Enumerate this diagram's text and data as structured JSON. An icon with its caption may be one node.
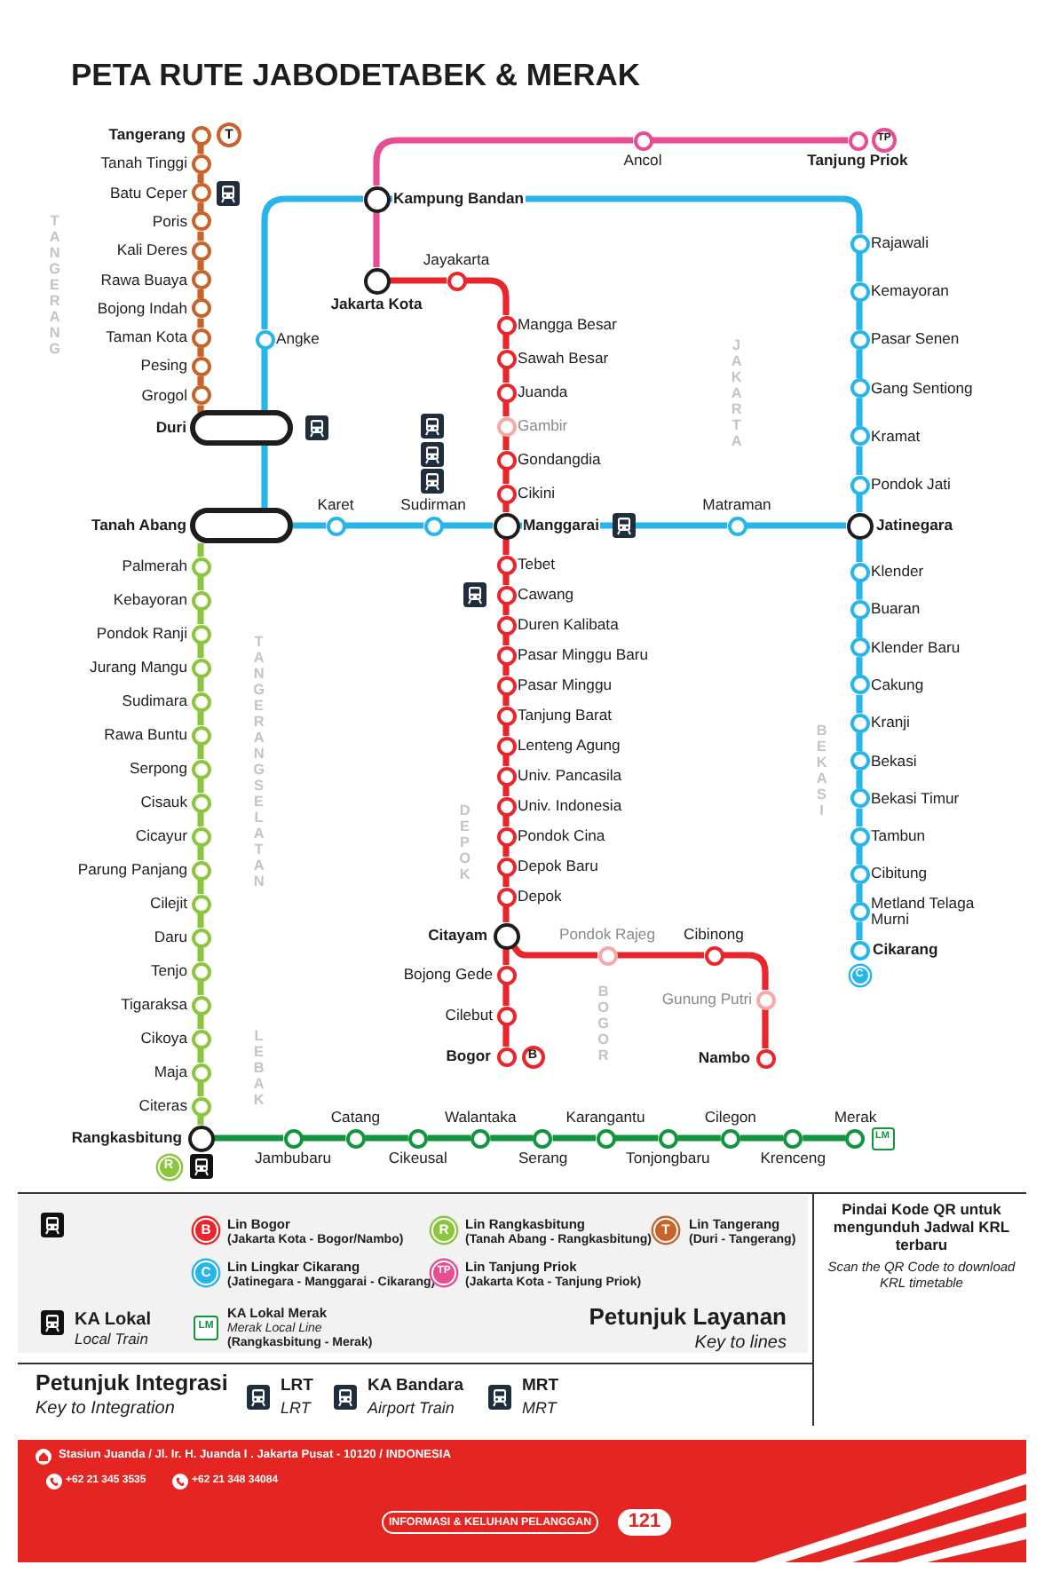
{
  "diagram": {
    "title": "PETA RUTE JABODETABEK & MERAK",
    "nodes": [
      {
        "text": [
          "Tangerang"
        ]
      },
      {
        "text": [
          "Tanah Tinggi"
        ]
      },
      {
        "text": [
          "Batu Ceper"
        ]
      },
      {
        "text": [
          "Poris"
        ]
      },
      {
        "text": [
          "Kali Deres"
        ]
      },
      {
        "text": [
          "Rawa Buaya"
        ]
      },
      {
        "text": [
          "Bojong Indah"
        ]
      },
      {
        "text": [
          "Taman Kota"
        ]
      },
      {
        "text": [
          "Pesing"
        ]
      },
      {
        "text": [
          "Grogol"
        ]
      },
      {
        "text": [
          "Duri"
        ]
      },
      {
        "text": [
          "Tanah Abang"
        ]
      },
      {
        "text": [
          "Kampung Bandan"
        ]
      },
      {
        "text": [
          "Ancol"
        ]
      },
      {
        "text": [
          "Tanjung Priok"
        ]
      },
      {
        "text": [
          "Jakarta Kota"
        ]
      },
      {
        "text": [
          "Jayakarta"
        ]
      },
      {
        "text": [
          "Angke"
        ]
      },
      {
        "text": [
          "Karet"
        ]
      },
      {
        "text": [
          "Sudirman"
        ]
      },
      {
        "text": [
          "Mangga Besar"
        ]
      },
      {
        "text": [
          "Sawah Besar"
        ]
      },
      {
        "text": [
          "Juanda"
        ]
      },
      {
        "text": [
          "Gambir"
        ]
      },
      {
        "text": [
          "Gondangdia"
        ]
      },
      {
        "text": [
          "Cikini"
        ]
      },
      {
        "text": [
          "Manggarai"
        ]
      },
      {
        "text": [
          "Matraman"
        ]
      },
      {
        "text": [
          "Jatinegara"
        ]
      },
      {
        "text": [
          "Rajawali"
        ]
      },
      {
        "text": [
          "Kemayoran"
        ]
      },
      {
        "text": [
          "Pasar Senen"
        ]
      },
      {
        "text": [
          "Gang Sentiong"
        ]
      },
      {
        "text": [
          "Kramat"
        ]
      },
      {
        "text": [
          "Pondok Jati"
        ]
      },
      {
        "text": [
          "Tebet"
        ]
      },
      {
        "text": [
          "Cawang"
        ]
      },
      {
        "text": [
          "Duren Kalibata"
        ]
      },
      {
        "text": [
          "Pasar Minggu Baru"
        ]
      },
      {
        "text": [
          "Pasar Minggu"
        ]
      },
      {
        "text": [
          "Tanjung Barat"
        ]
      },
      {
        "text": [
          "Lenteng Agung"
        ]
      },
      {
        "text": [
          "Univ. Pancasila"
        ]
      },
      {
        "text": [
          "Univ. Indonesia"
        ]
      },
      {
        "text": [
          "Pondok Cina"
        ]
      },
      {
        "text": [
          "Depok Baru"
        ]
      },
      {
        "text": [
          "Depok"
        ]
      },
      {
        "text": [
          "Klender"
        ]
      },
      {
        "text": [
          "Buaran"
        ]
      },
      {
        "text": [
          "Klender Baru"
        ]
      },
      {
        "text": [
          "Cakung"
        ]
      },
      {
        "text": [
          "Kranji"
        ]
      },
      {
        "text": [
          "Bekasi"
        ]
      },
      {
        "text": [
          "Bekasi Timur"
        ]
      },
      {
        "text": [
          "Tambun"
        ]
      },
      {
        "text": [
          "Cibitung"
        ]
      },
      {
        "text": [
          "Metland Telaga Murni"
        ]
      },
      {
        "text": [
          "Cikarang"
        ]
      },
      {
        "text": [
          "Palmerah"
        ]
      },
      {
        "text": [
          "Kebayoran"
        ]
      },
      {
        "text": [
          "Pondok Ranji"
        ]
      },
      {
        "text": [
          "Jurang Mangu"
        ]
      },
      {
        "text": [
          "Sudimara"
        ]
      },
      {
        "text": [
          "Rawa Buntu"
        ]
      },
      {
        "text": [
          "Serpong"
        ]
      },
      {
        "text": [
          "Cisauk"
        ]
      },
      {
        "text": [
          "Cicayur"
        ]
      },
      {
        "text": [
          "Parung Panjang"
        ]
      },
      {
        "text": [
          "Cilejit"
        ]
      },
      {
        "text": [
          "Daru"
        ]
      },
      {
        "text": [
          "Tenjo"
        ]
      },
      {
        "text": [
          "Tigaraksa"
        ]
      },
      {
        "text": [
          "Cikoya"
        ]
      },
      {
        "text": [
          "Maja"
        ]
      },
      {
        "text": [
          "Citeras"
        ]
      },
      {
        "text": [
          "Citayam"
        ]
      },
      {
        "text": [
          "Pondok Rajeg"
        ]
      },
      {
        "text": [
          "Cibinong"
        ]
      },
      {
        "text": [
          "Bojong Gede"
        ]
      },
      {
        "text": [
          "Gunung Putri"
        ]
      },
      {
        "text": [
          "Cilebut"
        ]
      },
      {
        "text": [
          "Bogor"
        ]
      },
      {
        "text": [
          "Nambo"
        ]
      },
      {
        "text": [
          "Rangkasbitung"
        ]
      },
      {
        "text": [
          "Jambubaru"
        ]
      },
      {
        "text": [
          "Catang"
        ]
      },
      {
        "text": [
          "Cikeusal"
        ]
      },
      {
        "text": [
          "Walantaka"
        ]
      },
      {
        "text": [
          "Serang"
        ]
      },
      {
        "text": [
          "Karangantu"
        ]
      },
      {
        "text": [
          "Tonjongbaru"
        ]
      },
      {
        "text": [
          "Cilegon"
        ]
      },
      {
        "text": [
          "Krenceng"
        ]
      },
      {
        "text": [
          "Merak"
        ]
      }
    ],
    "edges": [
      {
        "from": 0,
        "to": 1,
        "arrow": "none",
        "color": "#c8642a"
      },
      {
        "from": 1,
        "to": 2,
        "arrow": "none",
        "color": "#c8642a"
      },
      {
        "from": 2,
        "to": 3,
        "arrow": "none",
        "color": "#c8642a"
      },
      {
        "from": 3,
        "to": 4,
        "arrow": "none",
        "color": "#c8642a"
      },
      {
        "from": 4,
        "to": 5,
        "arrow": "none",
        "color": "#c8642a"
      },
      {
        "from": 5,
        "to": 6,
        "arrow": "none",
        "color": "#c8642a"
      },
      {
        "from": 6,
        "to": 7,
        "arrow": "none",
        "color": "#c8642a"
      },
      {
        "from": 7,
        "to": 8,
        "arrow": "none",
        "color": "#c8642a"
      },
      {
        "from": 8,
        "to": 9,
        "arrow": "none",
        "color": "#c8642a"
      },
      {
        "from": 9,
        "to": 10,
        "arrow": "none",
        "color": "#c8642a"
      },
      {
        "from": 12,
        "to": 17,
        "arrow": "none",
        "color": "#27b5ea"
      },
      {
        "from": 17,
        "to": 10,
        "arrow": "none",
        "color": "#27b5ea"
      },
      {
        "from": 10,
        "to": 11,
        "arrow": "none",
        "color": "#27b5ea"
      },
      {
        "from": 11,
        "to": 18,
        "arrow": "none",
        "color": "#27b5ea"
      },
      {
        "from": 18,
        "to": 19,
        "arrow": "none",
        "color": "#27b5ea"
      },
      {
        "from": 19,
        "to": 26,
        "arrow": "none",
        "color": "#27b5ea"
      },
      {
        "from": 26,
        "to": 27,
        "arrow": "none",
        "color": "#27b5ea"
      },
      {
        "from": 27,
        "to": 28,
        "arrow": "none",
        "color": "#27b5ea"
      },
      {
        "from": 12,
        "to": 29,
        "arrow": "none",
        "color": "#27b5ea"
      },
      {
        "from": 29,
        "to": 30,
        "arrow": "none",
        "color": "#27b5ea"
      },
      {
        "from": 30,
        "to": 31,
        "arrow": "none",
        "color": "#27b5ea"
      },
      {
        "from": 31,
        "to": 32,
        "arrow": "none",
        "color": "#27b5ea"
      },
      {
        "from": 32,
        "to": 33,
        "arrow": "none",
        "color": "#27b5ea"
      },
      {
        "from": 33,
        "to": 34,
        "arrow": "none",
        "color": "#27b5ea"
      },
      {
        "from": 34,
        "to": 28,
        "arrow": "none",
        "color": "#27b5ea"
      },
      {
        "from": 28,
        "to": 47,
        "arrow": "none",
        "color": "#27b5ea"
      },
      {
        "from": 47,
        "to": 48,
        "arrow": "none",
        "color": "#27b5ea"
      },
      {
        "from": 48,
        "to": 49,
        "arrow": "none",
        "color": "#27b5ea"
      },
      {
        "from": 49,
        "to": 50,
        "arrow": "none",
        "color": "#27b5ea"
      },
      {
        "from": 50,
        "to": 51,
        "arrow": "none",
        "color": "#27b5ea"
      },
      {
        "from": 51,
        "to": 52,
        "arrow": "none",
        "color": "#27b5ea"
      },
      {
        "from": 52,
        "to": 53,
        "arrow": "none",
        "color": "#27b5ea"
      },
      {
        "from": 53,
        "to": 54,
        "arrow": "none",
        "color": "#27b5ea"
      },
      {
        "from": 54,
        "to": 55,
        "arrow": "none",
        "color": "#27b5ea"
      },
      {
        "from": 55,
        "to": 56,
        "arrow": "none",
        "color": "#27b5ea"
      },
      {
        "from": 56,
        "to": 57,
        "arrow": "none",
        "color": "#27b5ea"
      },
      {
        "from": 15,
        "to": 12,
        "arrow": "none",
        "color": "#e84c93"
      },
      {
        "from": 12,
        "to": 13,
        "arrow": "none",
        "color": "#e84c93"
      },
      {
        "from": 13,
        "to": 14,
        "arrow": "none",
        "color": "#e84c93"
      },
      {
        "from": 15,
        "to": 16,
        "arrow": "none",
        "color": "#e8262b"
      },
      {
        "from": 16,
        "to": 20,
        "arrow": "none",
        "color": "#e8262b"
      },
      {
        "from": 20,
        "to": 21,
        "arrow": "none",
        "color": "#e8262b"
      },
      {
        "from": 21,
        "to": 22,
        "arrow": "none",
        "color": "#e8262b"
      },
      {
        "from": 22,
        "to": 23,
        "arrow": "none",
        "color": "#e8262b"
      },
      {
        "from": 23,
        "to": 24,
        "arrow": "none",
        "color": "#e8262b"
      },
      {
        "from": 24,
        "to": 25,
        "arrow": "none",
        "color": "#e8262b"
      },
      {
        "from": 25,
        "to": 26,
        "arrow": "none",
        "color": "#e8262b"
      },
      {
        "from": 26,
        "to": 35,
        "arrow": "none",
        "color": "#e8262b"
      },
      {
        "from": 35,
        "to": 36,
        "arrow": "none",
        "color": "#e8262b"
      },
      {
        "from": 36,
        "to": 37,
        "arrow": "none",
        "color": "#e8262b"
      },
      {
        "from": 37,
        "to": 38,
        "arrow": "none",
        "color": "#e8262b"
      },
      {
        "from": 38,
        "to": 39,
        "arrow": "none",
        "color": "#e8262b"
      },
      {
        "from": 39,
        "to": 40,
        "arrow": "none",
        "color": "#e8262b"
      },
      {
        "from": 40,
        "to": 41,
        "arrow": "none",
        "color": "#e8262b"
      },
      {
        "from": 41,
        "to": 42,
        "arrow": "none",
        "color": "#e8262b"
      },
      {
        "from": 42,
        "to": 43,
        "arrow": "none",
        "color": "#e8262b"
      },
      {
        "from": 43,
        "to": 44,
        "arrow": "none",
        "color": "#e8262b"
      },
      {
        "from": 44,
        "to": 45,
        "arrow": "none",
        "color": "#e8262b"
      },
      {
        "from": 45,
        "to": 46,
        "arrow": "none",
        "color": "#e8262b"
      },
      {
        "from": 46,
        "to": 75,
        "arrow": "none",
        "color": "#e8262b"
      },
      {
        "from": 75,
        "to": 78,
        "arrow": "none",
        "color": "#e8262b"
      },
      {
        "from": 78,
        "to": 80,
        "arrow": "none",
        "color": "#e8262b"
      },
      {
        "from": 80,
        "to": 81,
        "arrow": "none",
        "color": "#e8262b"
      },
      {
        "from": 75,
        "to": 76,
        "arrow": "none",
        "color": "#e8262b"
      },
      {
        "from": 76,
        "to": 77,
        "arrow": "none",
        "color": "#e8262b"
      },
      {
        "from": 77,
        "to": 79,
        "arrow": "none",
        "color": "#e8262b"
      },
      {
        "from": 79,
        "to": 82,
        "arrow": "none",
        "color": "#e8262b"
      },
      {
        "from": 11,
        "to": 58,
        "arrow": "none",
        "color": "#8cc63f"
      },
      {
        "from": 58,
        "to": 59,
        "arrow": "none",
        "color": "#8cc63f"
      },
      {
        "from": 59,
        "to": 60,
        "arrow": "none",
        "color": "#8cc63f"
      },
      {
        "from": 60,
        "to": 61,
        "arrow": "none",
        "color": "#8cc63f"
      },
      {
        "from": 61,
        "to": 62,
        "arrow": "none",
        "color": "#8cc63f"
      },
      {
        "from": 62,
        "to": 63,
        "arrow": "none",
        "color": "#8cc63f"
      },
      {
        "from": 63,
        "to": 64,
        "arrow": "none",
        "color": "#8cc63f"
      },
      {
        "from": 64,
        "to": 65,
        "arrow": "none",
        "color": "#8cc63f"
      },
      {
        "from": 65,
        "to": 66,
        "arrow": "none",
        "color": "#8cc63f"
      },
      {
        "from": 66,
        "to": 67,
        "arrow": "none",
        "color": "#8cc63f"
      },
      {
        "from": 67,
        "to": 68,
        "arrow": "none",
        "color": "#8cc63f"
      },
      {
        "from": 68,
        "to": 69,
        "arrow": "none",
        "color": "#8cc63f"
      },
      {
        "from": 69,
        "to": 70,
        "arrow": "none",
        "color": "#8cc63f"
      },
      {
        "from": 70,
        "to": 71,
        "arrow": "none",
        "color": "#8cc63f"
      },
      {
        "from": 71,
        "to": 72,
        "arrow": "none",
        "color": "#8cc63f"
      },
      {
        "from": 72,
        "to": 73,
        "arrow": "none",
        "color": "#8cc63f"
      },
      {
        "from": 73,
        "to": 74,
        "arrow": "none",
        "color": "#8cc63f"
      },
      {
        "from": 74,
        "to": 83,
        "arrow": "none",
        "color": "#8cc63f"
      },
      {
        "from": 83,
        "to": 84,
        "arrow": "none",
        "color": "#12953f"
      },
      {
        "from": 84,
        "to": 85,
        "arrow": "none",
        "color": "#12953f"
      },
      {
        "from": 85,
        "to": 86,
        "arrow": "none",
        "color": "#12953f"
      },
      {
        "from": 86,
        "to": 87,
        "arrow": "none",
        "color": "#12953f"
      },
      {
        "from": 87,
        "to": 88,
        "arrow": "none",
        "color": "#12953f"
      },
      {
        "from": 88,
        "to": 89,
        "arrow": "none",
        "color": "#12953f"
      },
      {
        "from": 89,
        "to": 90,
        "arrow": "none",
        "color": "#12953f"
      },
      {
        "from": 90,
        "to": 91,
        "arrow": "none",
        "color": "#12953f"
      },
      {
        "from": 91,
        "to": 92,
        "arrow": "none",
        "color": "#12953f"
      },
      {
        "from": 92,
        "to": 93,
        "arrow": "none",
        "color": "#12953f"
      }
    ],
    "labels": [
      "T",
      "TP",
      "TANGERANG",
      "JAKARTA",
      "TANGERANG SELATAN",
      "DEPOK",
      "C",
      "BEKASI",
      "B",
      "BOGOR",
      "LEBAK",
      "LM",
      "R",
      "B",
      "(Jakarta Kota - Bogor/Nambo)",
      "R",
      "(Tanah Abang - Rangkasbitung)",
      "T",
      "(Duri - Tangerang)",
      "C",
      "(Jatinegara - Manggarai - Cikarang)",
      "TP",
      "(Jakarta Kota - Tanjung Priok)",
      "Local Train",
      "LM",
      "Merak Local Line",
      "(Rangkasbitung - Merak)",
      "Petunjuk Layanan",
      "Key to lines",
      "Pindai Kode QR untuk mengunduh Jadwal KRL terbaru",
      "Scan the QR Code to download KRL timetable",
      "Petunjuk Integrasi",
      "Key to Integration",
      "LRT",
      "Airport Train",
      "MRT",
      "Stasiun Juanda / Jl. Ir. H. Juanda I . Jakarta Pusat - 10120 / INDONESIA",
      "+62 21 345 3535",
      "+62 21 348 34084",
      "INFORMASI & KELUHAN PELANGGAN",
      "121"
    ],
    "legend": [
      {
        "text": "Lin Bogor",
        "color": "#e8262b"
      },
      {
        "text": "Lin Rangkasbitung",
        "color": "#8cc63f"
      },
      {
        "text": "Lin Tangerang",
        "color": "#c8642a"
      },
      {
        "text": "Lin Lingkar Cikarang",
        "color": "#27b5ea"
      },
      {
        "text": "Lin Tanjung Priok",
        "color": "#e84c93"
      },
      {
        "text": "KA Lokal"
      },
      {
        "text": "KA Lokal Merak",
        "color": "#12953f"
      },
      {
        "text": "LRT"
      },
      {
        "text": "KA Bandara"
      },
      {
        "text": "MRT"
      }
    ]
  }
}
